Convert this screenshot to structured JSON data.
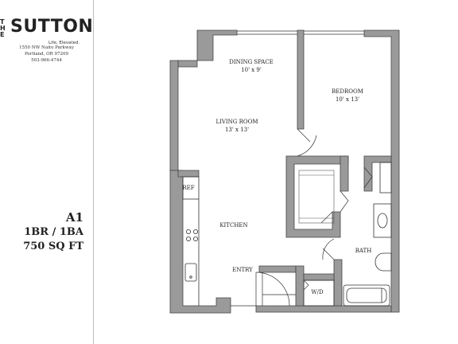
{
  "brand": {
    "the": "THE",
    "name": "SUTTON",
    "tagline": "Life, Elevated."
  },
  "address": {
    "street": "1550 NW Naito Parkway",
    "city": "Portland, OR 97209",
    "phone": "503-966-4744"
  },
  "unit": {
    "name": "A1",
    "type": "1BR / 1BA",
    "size": "750 SQ FT"
  },
  "rooms": {
    "dining": {
      "label": "DINING SPACE",
      "dims": "10' x 9'"
    },
    "bedroom": {
      "label": "BEDROOM",
      "dims": "10' x 13'"
    },
    "living": {
      "label": "LIVING ROOM",
      "dims": "13' x 13'"
    },
    "kitchen": {
      "label": "KITCHEN"
    },
    "ref": {
      "label": "REF"
    },
    "entry": {
      "label": "ENTRY"
    },
    "washer_dryer": {
      "label": "W/D"
    },
    "bath": {
      "label": "BATH"
    }
  },
  "colors": {
    "wall": "#9a9a9a",
    "wall_outline": "#444444",
    "line": "#333333"
  }
}
